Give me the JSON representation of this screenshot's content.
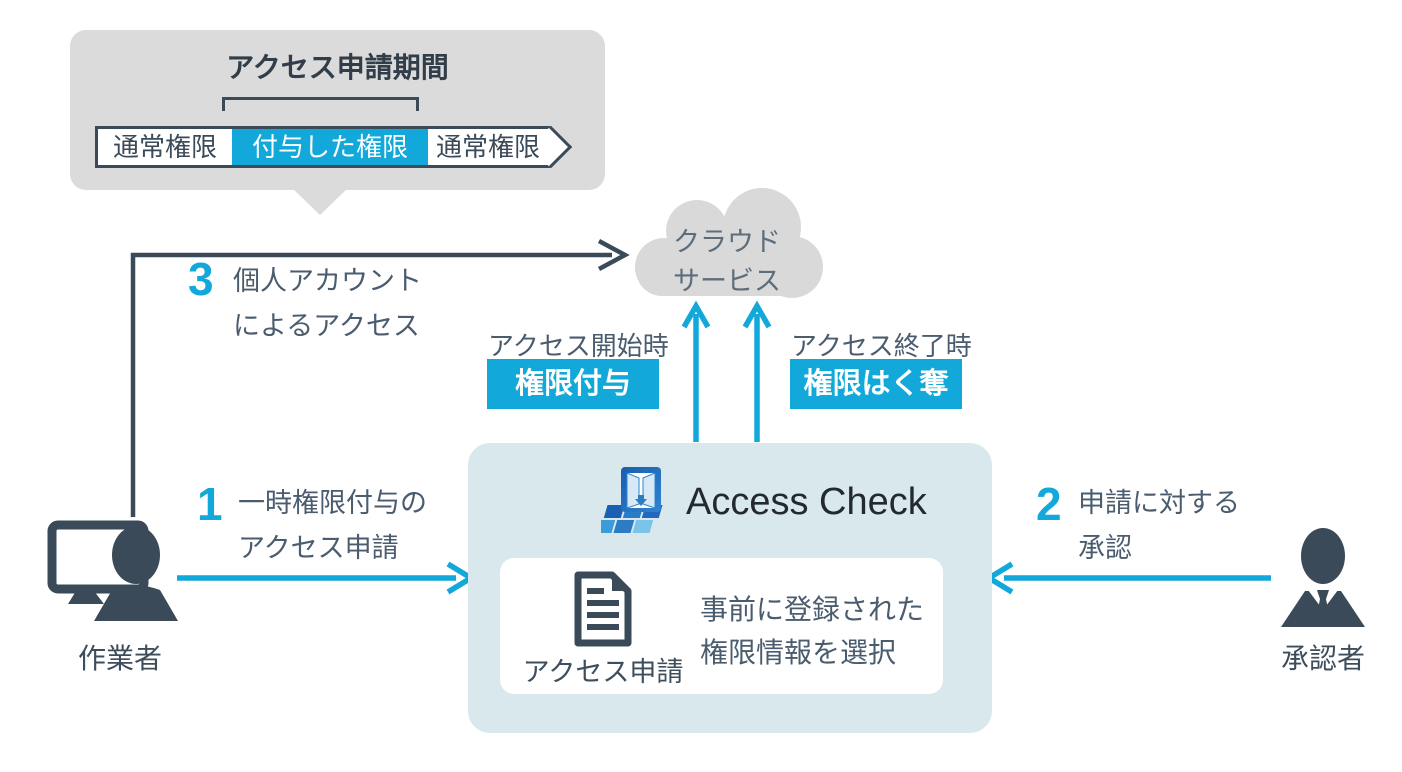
{
  "colors": {
    "accent_cyan": "#12a8da",
    "dark_slate": "#3a4a58",
    "text_blue_gray": "#4a5c6e",
    "callout_gray": "#dbdbdb",
    "cloud_gray": "#d9d9d9",
    "access_check_bg": "#d8e8ec"
  },
  "callout": {
    "title": "アクセス申請期間",
    "timeline": {
      "segments": [
        {
          "label": "通常権限",
          "highlight": false
        },
        {
          "label": "付与した権限",
          "highlight": true
        },
        {
          "label": "通常権限",
          "highlight": false
        }
      ]
    }
  },
  "cloud": {
    "line1": "クラウド",
    "line2": "サービス"
  },
  "grant": {
    "caption": "アクセス開始時",
    "label": "権限付与"
  },
  "revoke": {
    "caption": "アクセス終了時",
    "label": "権限はく奪"
  },
  "access_check": {
    "brand": "Access Check",
    "request": {
      "icon_label": "アクセス申請",
      "desc_line1": "事前に登録された",
      "desc_line2": "権限情報を選択"
    }
  },
  "steps": {
    "step1": {
      "num": "1",
      "line1": "一時権限付与の",
      "line2": "アクセス申請"
    },
    "step2": {
      "num": "2",
      "line1": "申請に対する",
      "line2": "承認"
    },
    "step3": {
      "num": "3",
      "line1": "個人アカウント",
      "line2": "によるアクセス"
    }
  },
  "actors": {
    "worker": "作業者",
    "approver": "承認者"
  }
}
